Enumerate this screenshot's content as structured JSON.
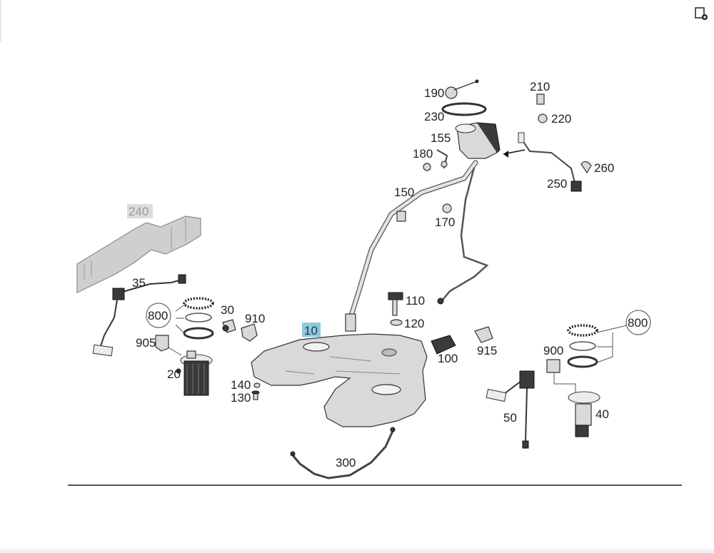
{
  "toolbar": {
    "icon": "page-settings-icon"
  },
  "diagram": {
    "highlighted_part": "10",
    "dimmed_part": "240",
    "callouts": {
      "p10": "10",
      "p20": "20",
      "p30": "30",
      "p35": "35",
      "p40": "40",
      "p50": "50",
      "p100": "100",
      "p110": "110",
      "p120": "120",
      "p130": "130",
      "p140": "140",
      "p150": "150",
      "p155": "155",
      "p170": "170",
      "p180": "180",
      "p190": "190",
      "p210": "210",
      "p220": "220",
      "p230": "230",
      "p240": "240",
      "p250": "250",
      "p260": "260",
      "p300": "300",
      "p800a": "800",
      "p800b": "800",
      "p900": "900",
      "p905": "905",
      "p910": "910",
      "p915": "915"
    },
    "colors": {
      "highlight": "#8ec9de",
      "dimmed_bg": "#dcdcdc",
      "line": "#555555"
    }
  }
}
